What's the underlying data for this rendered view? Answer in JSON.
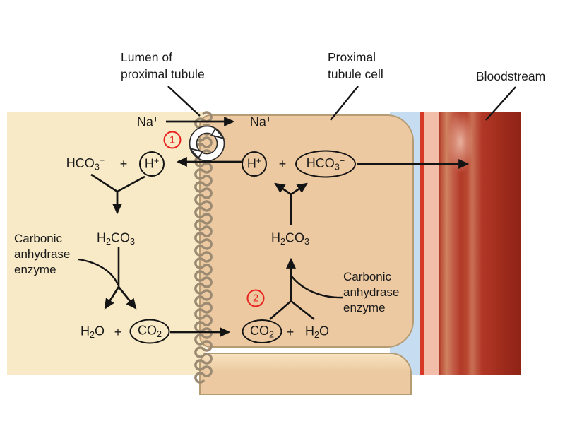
{
  "callouts": {
    "lumen": {
      "line1": "Lumen of",
      "line2": "proximal tubule"
    },
    "cell": {
      "line1": "Proximal",
      "line2": "tubule cell"
    },
    "bloodstream": {
      "label": "Bloodstream"
    }
  },
  "enzymes": {
    "left": {
      "line1": "Carbonic",
      "line2": "anhydrase",
      "line3": "enzyme"
    },
    "right": {
      "line1": "Carbonic",
      "line2": "anhydrase",
      "line3": "enzyme"
    }
  },
  "steps": {
    "step1": "1",
    "step2": "2"
  },
  "species": {
    "na_lumen": "Na^+",
    "na_cell": "Na^+",
    "hco3_lumen": "HCO_3^−",
    "h_lumen": "H^+",
    "h2co3_lumen": "H_2CO_3",
    "h2o_lumen": "H_2O",
    "co2_lumen": "CO_2",
    "co2_cell": "CO_2",
    "h2o_cell": "H_2O",
    "h2co3_cell": "H_2CO_3",
    "h_cell": "H^+",
    "hco3_cell": "HCO_3^−",
    "plus": "+"
  },
  "colors": {
    "lumen": "#f8eac6",
    "cell": "#ecc9a0",
    "cell_border": "#b59c74",
    "membrane": "#9c8b72",
    "interstitial": "#c6ddf1",
    "vessel_wall": "#d63825",
    "vessel_band": "#f2bda9",
    "blood_dark": "#8f2415",
    "blood_mid": "#b23524",
    "blood_light": "#d4866b",
    "step_red": "#e8231f",
    "ink": "#1a1a1a"
  }
}
